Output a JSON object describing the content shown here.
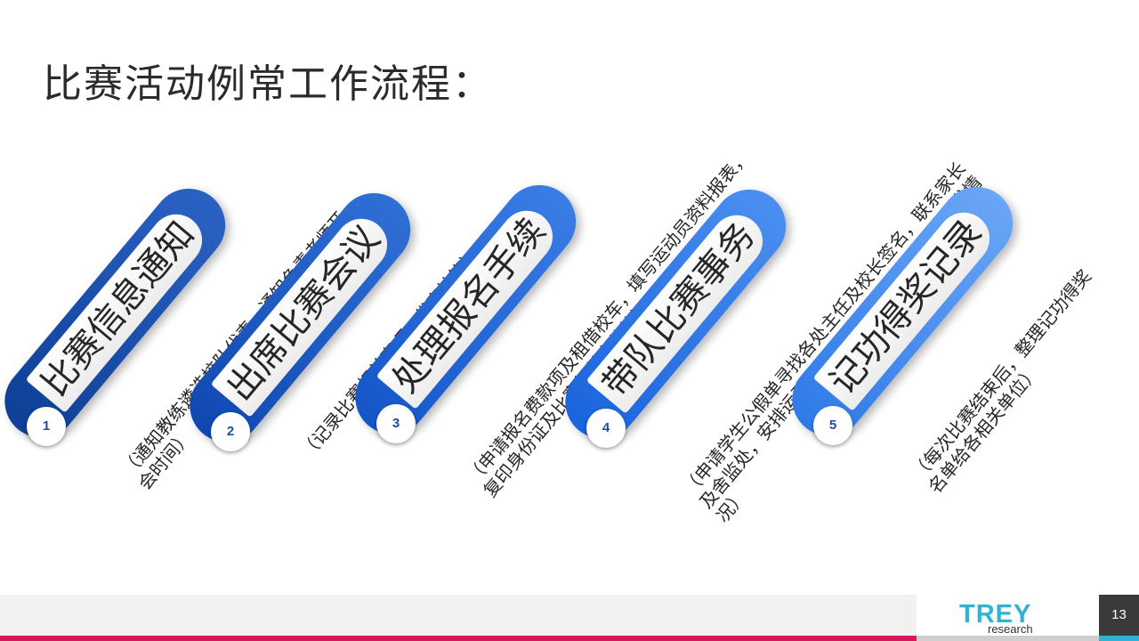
{
  "title": "比赛活动例常工作流程：",
  "steps": [
    {
      "number": "1",
      "label": "比赛信息通知",
      "desc_lines": [
        "（通知教练遴选校队代表，通知负责老师开",
        "会时间）"
      ],
      "color_dark": "#0f3f96",
      "color_light": "#2a62c4"
    },
    {
      "number": "2",
      "label": "出席比赛会议",
      "desc_lines": [
        "（记录比赛相关事项，代表抽签）"
      ],
      "color_dark": "#1048b0",
      "color_light": "#2e6fd6"
    },
    {
      "number": "3",
      "label": "处理报名手续",
      "desc_lines": [
        "（申请报名费款项及租借校车，填写运动员资料报表，",
        "复印身份证及比赛相关文件等）"
      ],
      "color_dark": "#1456c8",
      "color_light": "#3a7de4"
    },
    {
      "number": "4",
      "label": "带队比赛事务",
      "desc_lines": [
        "（申请学生公假单寻找各处主任及校长签名，联系家长",
        "及舍监处，安排运动员膳食及交通，处理受伤等突发情",
        "况）"
      ],
      "color_dark": "#1a63dc",
      "color_light": "#4a8ff0"
    },
    {
      "number": "5",
      "label": "记功得奖记录",
      "desc_lines": [
        "（每次比赛结束后，整理记功得奖",
        "名单给各相关单位）"
      ],
      "color_dark": "#2f7ae8",
      "color_light": "#6aa6f6"
    }
  ],
  "footer": {
    "logo_main": "TREY",
    "logo_sub": "research",
    "page_number": "13"
  }
}
